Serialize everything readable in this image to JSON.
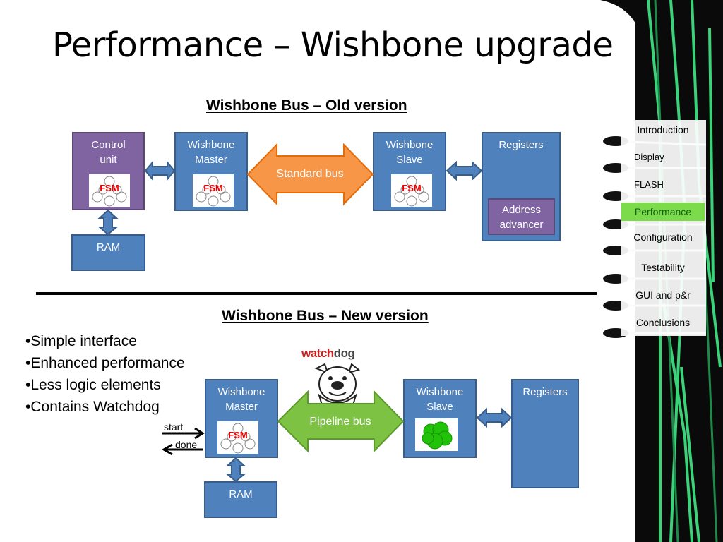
{
  "slide": {
    "title": "Performance – Wishbone upgrade",
    "old_heading": "Wishbone Bus – Old version",
    "new_heading": "Wishbone Bus – New version"
  },
  "old": {
    "control_unit": "Control unit",
    "control_unit_l1": "Control",
    "control_unit_l2": "unit",
    "master_l1": "Wishbone",
    "master_l2": "Master",
    "bus": "Standard bus",
    "slave_l1": "Wishbone",
    "slave_l2": "Slave",
    "registers": "Registers",
    "address_l1": "Address",
    "address_l2": "advancer",
    "ram": "RAM",
    "fsm": "FSM"
  },
  "new": {
    "master_l1": "Wishbone",
    "master_l2": "Master",
    "bus": "Pipeline bus",
    "slave_l1": "Wishbone",
    "slave_l2": "Slave",
    "registers": "Registers",
    "ram": "RAM",
    "fsm": "FSM",
    "start": "start",
    "done": "done",
    "watchdog_a": "watch",
    "watchdog_b": "dog"
  },
  "bullets": [
    "•Simple interface",
    "•Enhanced performance",
    "•Less logic elements",
    "•Contains Watchdog"
  ],
  "nav": {
    "items": [
      "Introduction",
      "Display",
      "FLASH",
      "Performance",
      "Configuration",
      "Testability",
      "GUI and p&r",
      "Conclusions"
    ],
    "active": "Performance"
  },
  "colors": {
    "box_blue": "#4f81bd",
    "box_purple": "#8064a2",
    "arrow_orange": "#f79646",
    "arrow_green": "#7dc242",
    "nav_active": "#7cdb4a",
    "circuit_green": "#3bd37a"
  }
}
